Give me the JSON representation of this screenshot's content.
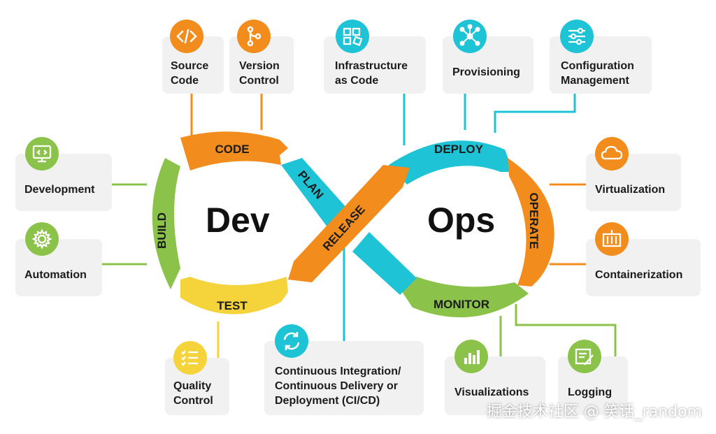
{
  "center": {
    "dev": "Dev",
    "ops": "Ops"
  },
  "phases": {
    "code": "CODE",
    "plan": "PLAN",
    "build": "BUILD",
    "test": "TEST",
    "release": "RELEASE",
    "deploy": "DEPLOY",
    "operate": "OPERATE",
    "monitor": "MONITOR"
  },
  "tools": {
    "source_code": "Source\nCode",
    "version_control": "Version\nControl",
    "infrastructure_as_code": "Infrastructure\nas Code",
    "provisioning": "Provisioning",
    "configuration_management": "Configuration\nManagement",
    "development": "Development",
    "automation": "Automation",
    "virtualization": "Virtualization",
    "containerization": "Containerization",
    "quality_control": "Quality\nControl",
    "cicd": "Continuous Integration/\nContinuous Delivery or\nDeployment (CI/CD)",
    "visualizations": "Visualizations",
    "logging": "Logging"
  },
  "watermark": "掘金技术社区 @ 笑话_random",
  "colors": {
    "orange": "#f28c1c",
    "teal": "#1ec3d6",
    "green": "#8bc34a",
    "yellow": "#f5d33a",
    "card": "#f1f1f1"
  }
}
